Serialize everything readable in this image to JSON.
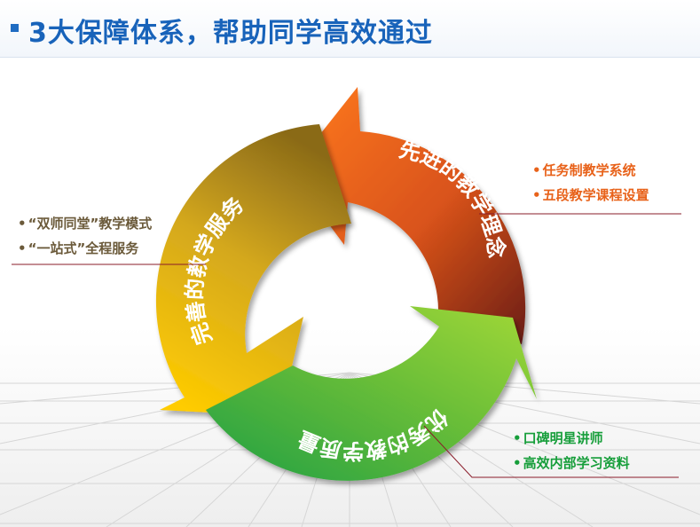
{
  "title": "3大保障体系，帮助同学高效通过",
  "cycle": {
    "top": "先进的教学理念",
    "left": "完善的教学服务",
    "bottom": "优秀的教学质量"
  },
  "bullets": {
    "right_top": [
      "任务制教学系统",
      "五段教学课程设置"
    ],
    "left": [
      "“双师同堂”教学模式",
      "“一站式”全程服务"
    ],
    "right_bottom": [
      "口碑明星讲师",
      "高效内部学习资料"
    ]
  },
  "colors": {
    "title": "#1863ba",
    "orange_arrow": "#e8621a",
    "yellow_arrow": "#e0b21c",
    "green_arrow": "#5ebd3a",
    "leader_line": "#8a1c2a"
  }
}
